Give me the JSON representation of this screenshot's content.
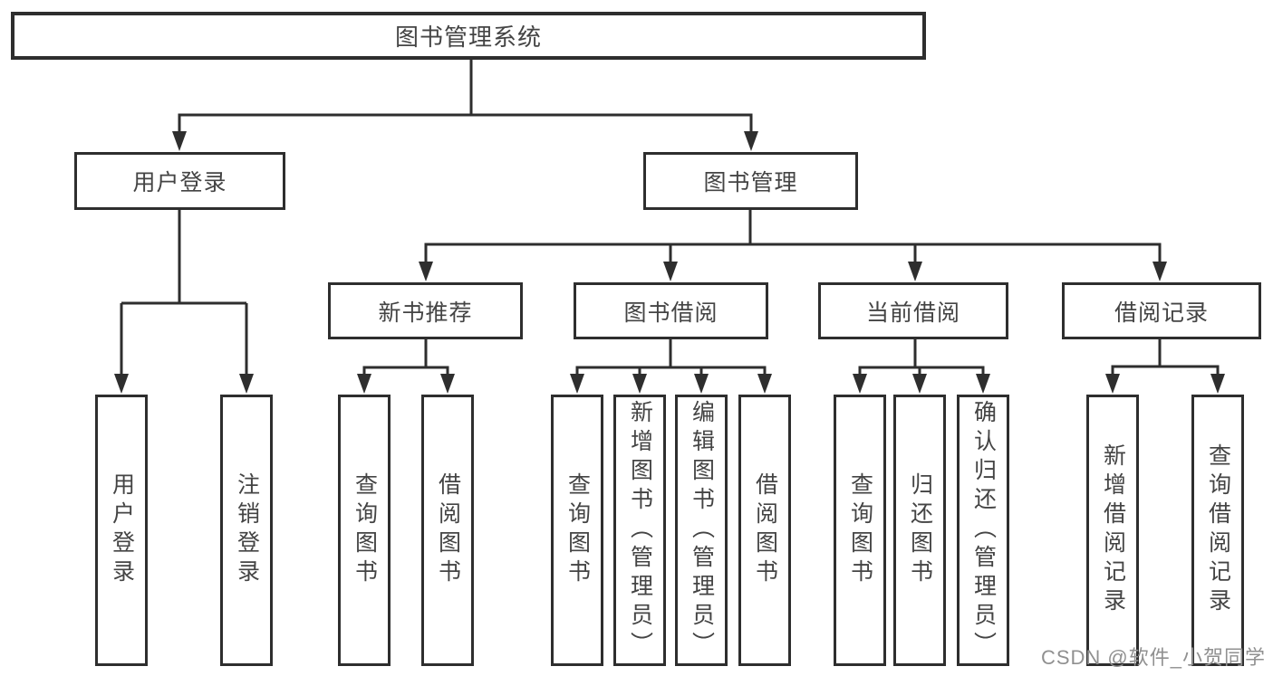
{
  "diagram": {
    "root": {
      "label": "图书管理系统"
    },
    "level1": [
      {
        "label": "用户登录"
      },
      {
        "label": "图书管理"
      }
    ],
    "level2": [
      {
        "label": "新书推荐"
      },
      {
        "label": "图书借阅"
      },
      {
        "label": "当前借阅"
      },
      {
        "label": "借阅记录"
      }
    ],
    "leaves": [
      {
        "label": "用户登录"
      },
      {
        "label": "注销登录"
      },
      {
        "label": "查询图书"
      },
      {
        "label": "借阅图书"
      },
      {
        "label": "查询图书"
      },
      {
        "label": "新增图书（管理员）"
      },
      {
        "label": "编辑图书（管理员）"
      },
      {
        "label": "借阅图书"
      },
      {
        "label": "查询图书"
      },
      {
        "label": "归还图书"
      },
      {
        "label": "确认归还（管理员）"
      },
      {
        "label": "新增借阅记录"
      },
      {
        "label": "查询借阅记录"
      }
    ]
  },
  "watermark": {
    "text": "CSDN @软件_小贺同学"
  },
  "colors": {
    "line": "#2e2e2e",
    "text": "#444444",
    "watermark": "#909090",
    "background": "#ffffff",
    "boxfill": "#ffffff"
  }
}
